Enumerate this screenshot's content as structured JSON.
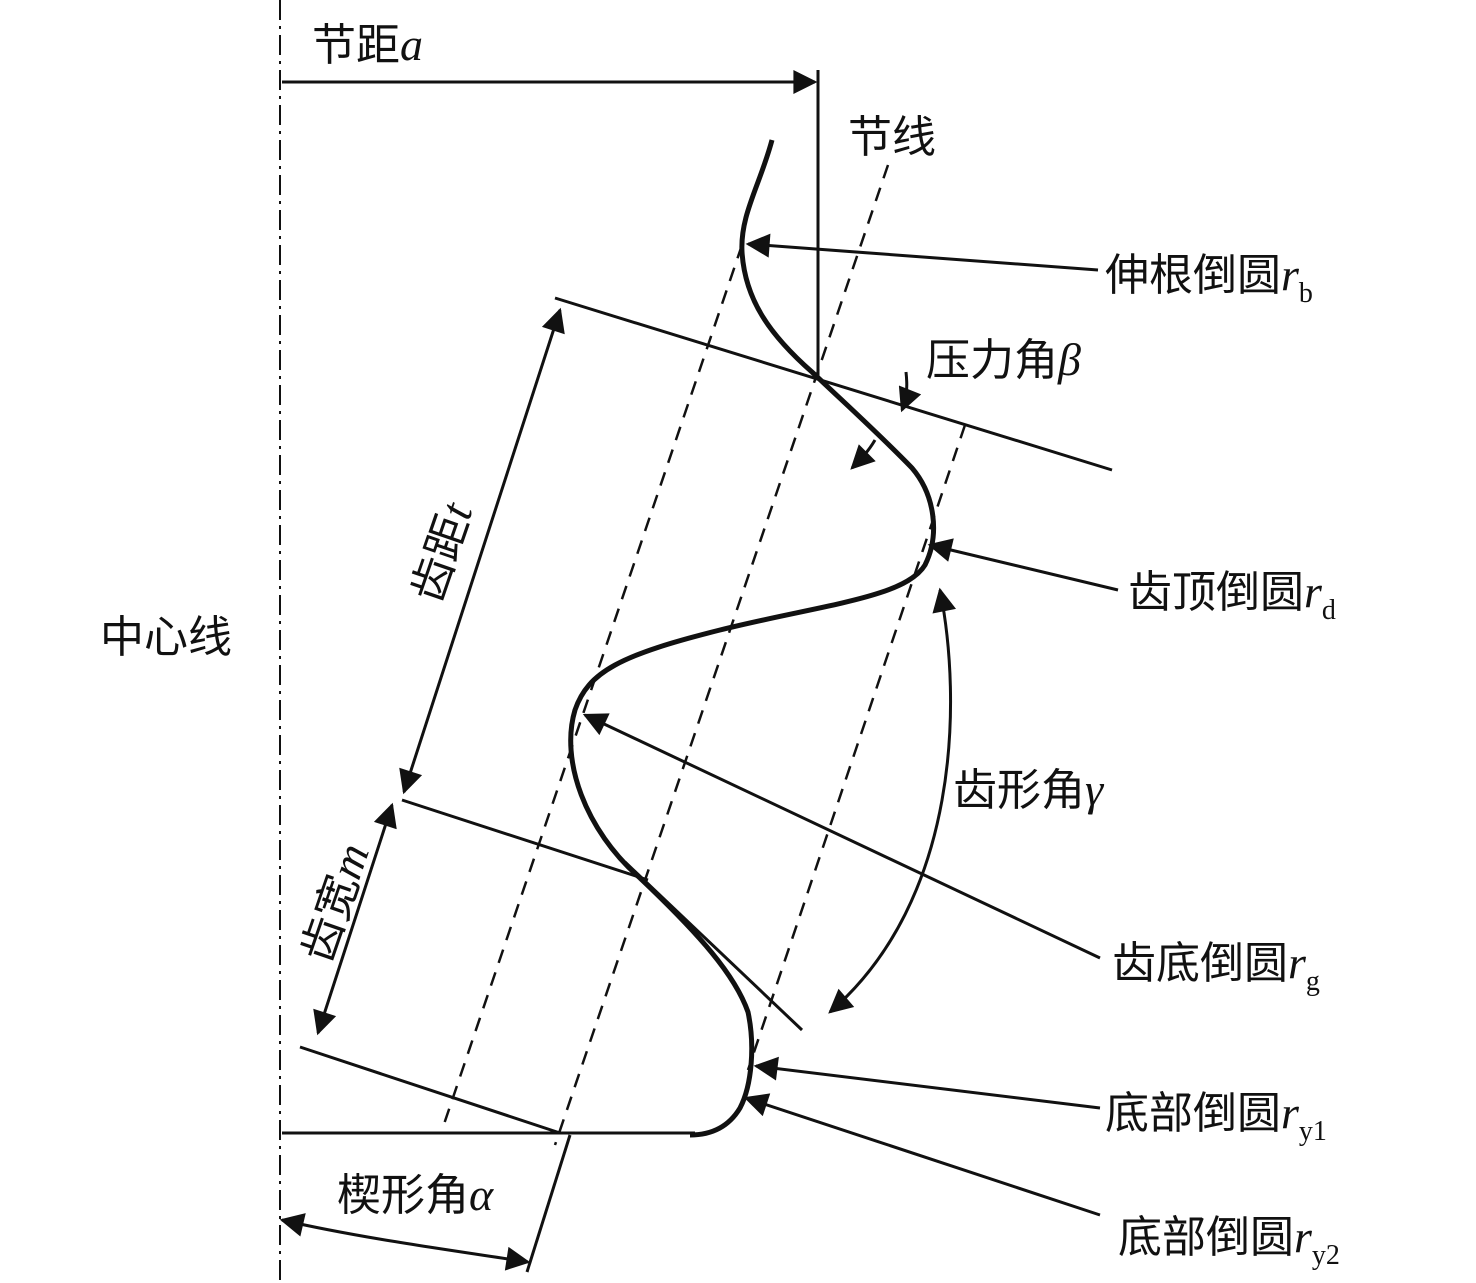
{
  "labels": {
    "pitch": "节距",
    "pitch_var": "a",
    "pitch_line": "节线",
    "root_fillet": "伸根倒圆",
    "root_fillet_var": "r",
    "root_fillet_sub": "b",
    "pressure_angle": "压力角",
    "pressure_angle_var": "β",
    "tooth_pitch": "齿距",
    "tooth_pitch_var": "t",
    "center_line": "中心线",
    "tip_fillet": "齿顶倒圆",
    "tip_fillet_var": "r",
    "tip_fillet_sub": "d",
    "profile_angle": "齿形角",
    "profile_angle_var": "γ",
    "bottom_fillet": "齿底倒圆",
    "bottom_fillet_var": "r",
    "bottom_fillet_sub": "g",
    "tooth_width": "齿宽",
    "tooth_width_var": "m",
    "base_fillet_1": "底部倒圆",
    "base_fillet_1_var": "r",
    "base_fillet_1_sub": "y1",
    "base_fillet_2": "底部倒圆",
    "base_fillet_2_var": "r",
    "base_fillet_2_sub": "y2",
    "wedge_angle": "楔形角",
    "wedge_angle_var": "α"
  }
}
